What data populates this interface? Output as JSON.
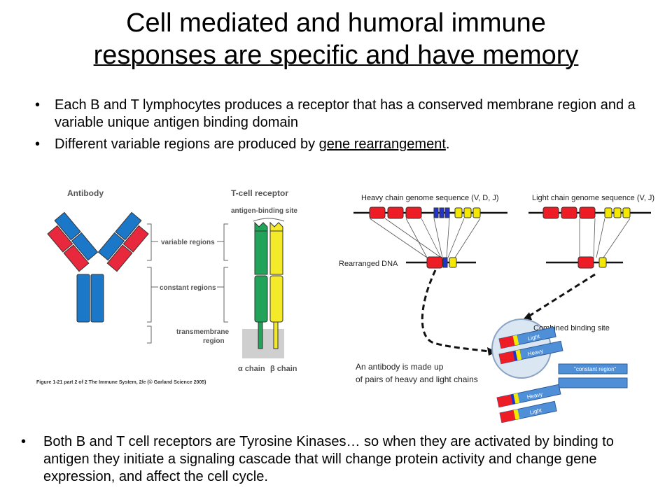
{
  "title": {
    "line1": "Cell mediated and humoral immune",
    "line2": "responses are specific and have memory"
  },
  "bullets": [
    {
      "text": "Each B and T lymphocytes produces a receptor that has a conserved membrane region and a variable unique antigen binding domain"
    },
    {
      "pre": "Different variable regions are produced by ",
      "link": "gene rearrangement",
      "post": "."
    }
  ],
  "bottom_bullet": "Both B and T cell receptors are Tyrosine Kinases… so when they are activated by binding to antigen they initiate a signaling cascade that will change protein activity and change gene expression, and affect the cell cycle.",
  "bullet_symbol": "•",
  "left_figure": {
    "antibody_label": "Antibody",
    "tcr_label": "T-cell receptor",
    "binding_site_label": "antigen-binding site",
    "variable_label": "variable regions",
    "constant_label": "constant regions",
    "transmembrane_line1": "transmembrane",
    "transmembrane_line2": "region",
    "alpha_chain": "α chain",
    "beta_chain": "β chain",
    "caption": "Figure 1-21 part 2 of 2  The Immune System, 2/e (© Garland Science 2005)",
    "colors": {
      "blue": "#1b78c9",
      "red": "#e8283c",
      "green": "#21a35a",
      "yellow": "#f5ea2a"
    }
  },
  "right_figure": {
    "heavy_title": "Heavy chain genome sequence (V, D, J)",
    "light_title": "Light chain genome sequence (V, J)",
    "rearranged_label": "Rearranged DNA",
    "combined_label": "Combined binding site",
    "antibody_line1": "An antibody is made up",
    "antibody_line2": "of pairs of heavy and light chains",
    "constant_region": "\"constant region\"",
    "light": "Light",
    "heavy": "Heavy",
    "colors": {
      "red": "#ee1c24",
      "blue": "#2233cc",
      "yellow": "#f4e800",
      "chain_blue": "#4f8fd8"
    }
  }
}
